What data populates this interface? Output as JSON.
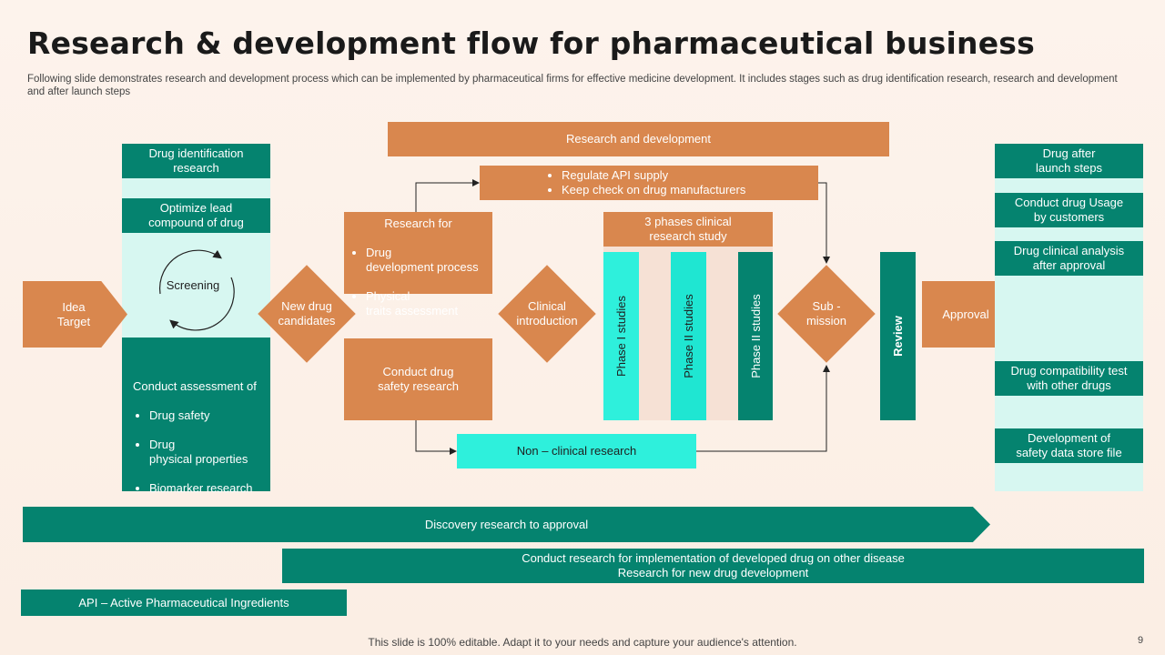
{
  "header": {
    "title": "Research & development flow for pharmaceutical business",
    "subtitle": "Following slide demonstrates research and development process which can be implemented by pharmaceutical firms for effective medicine development. It includes stages such as drug identification research, research and development and after launch steps"
  },
  "left": {
    "idea_target": "Idea\nTarget",
    "drug_identification": "Drug identification\nresearch",
    "optimize_lead": "Optimize lead\ncompound of drug",
    "screening": "Screening",
    "assessment_title": "Conduct assessment of",
    "assessment_items": [
      "Drug safety",
      "Drug\nphysical properties",
      "Biomarker research"
    ]
  },
  "middle": {
    "new_drug_candidates": "New drug\ncandidates",
    "research_and_development": "Research and development",
    "research_for_title": "Research for",
    "research_for_items": [
      "Drug\ndevelopment  process",
      "Physical\ntraits assessment"
    ],
    "regulate_items": [
      "Regulate API supply",
      "Keep check on drug manufacturers"
    ],
    "safety_research": "Conduct drug\nsafety research",
    "clinical_introduction": "Clinical\nintroduction",
    "three_phases": "3 phases clinical\nresearch study",
    "phase_1": "Phase I studies",
    "phase_2": "Phase II studies",
    "phase_3": "Phase II studies",
    "non_clinical": "Non – clinical research",
    "submission": "Sub -\nmission",
    "review": "Review",
    "approval": "Approval"
  },
  "right": {
    "drug_after_launch": "Drug after\nlaunch steps",
    "usage": "Conduct drug Usage\nby customers",
    "clinical_analysis": "Drug clinical  analysis\nafter approval",
    "compatibility": "Drug compatibility test\nwith other drugs",
    "safety_store": "Development  of\nsafety data store file"
  },
  "bottom": {
    "discovery": "Discovery research to approval",
    "conduct_research": "Conduct research for implementation of developed drug on other disease\nResearch for new drug development",
    "api": "API – Active Pharmaceutical Ingredients"
  },
  "footer": {
    "note": "This slide is 100% editable. Adapt it to your needs and capture your audience's attention.",
    "page": "9"
  },
  "colors": {
    "teal": "#05836f",
    "orange": "#d9874e",
    "aqua": "#2ef0dc",
    "pale_teal": "#d7f7f1",
    "pale_orange": "#f6e1d5"
  }
}
